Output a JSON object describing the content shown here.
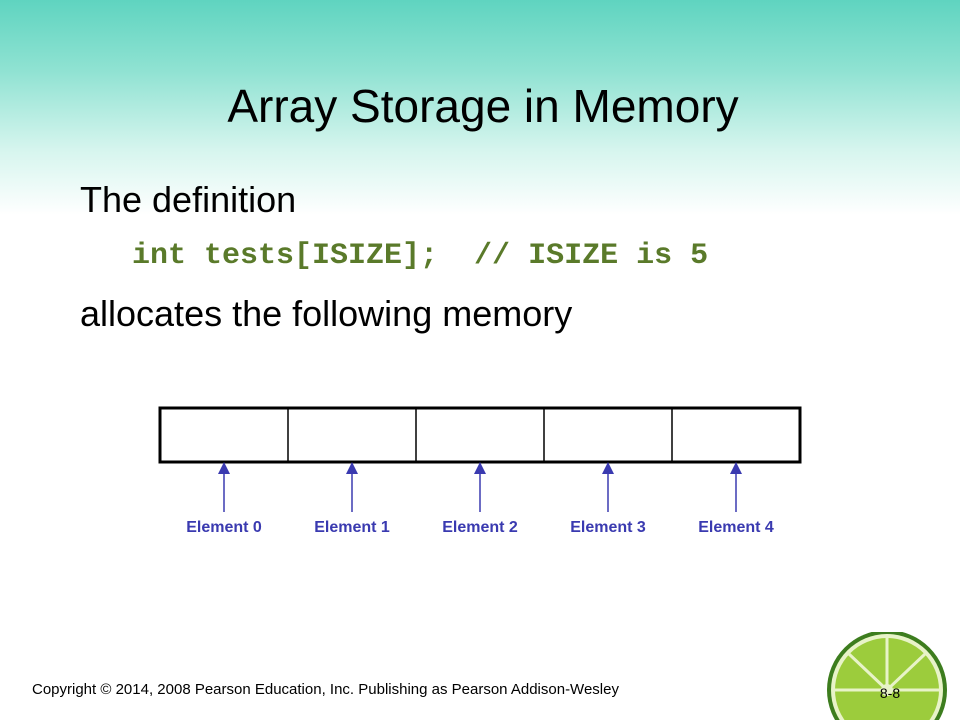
{
  "slide": {
    "title": "Array Storage in Memory",
    "line1": "The definition",
    "code": "int tests[ISIZE];  // ISIZE is 5",
    "line3": "allocates the following memory"
  },
  "memory": {
    "cells": 5,
    "labels": [
      "Element 0",
      "Element 1",
      "Element 2",
      "Element 3",
      "Element 4"
    ],
    "arrow_color": "#3a3ab0",
    "label_color": "#3a3ab0"
  },
  "footer": {
    "copyright": "Copyright © 2014, 2008 Pearson Education, Inc. Publishing as Pearson Addison-Wesley",
    "page": "8-8"
  },
  "colors": {
    "header_gradient_top": "#5fd4c0",
    "code_text": "#5a7a2a"
  },
  "decor": {
    "corner_icon": "lime-slice-icon"
  }
}
